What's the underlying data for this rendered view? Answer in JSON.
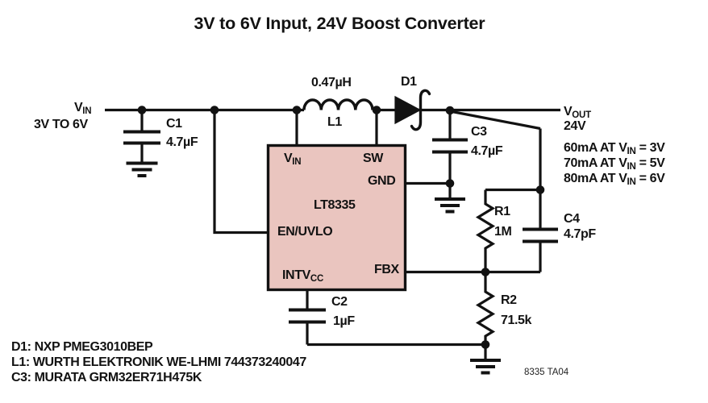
{
  "title": "3V to 6V Input, 24V Boost Converter",
  "colors": {
    "ic_fill": "#eac5bf",
    "wire": "#121212"
  },
  "input": {
    "label_main": "V",
    "label_sub": "IN",
    "range": "3V TO 6V"
  },
  "components": {
    "c1": {
      "ref": "C1",
      "value": "4.7µF"
    },
    "l1": {
      "ref": "L1",
      "value": "0.47µH"
    },
    "d1": {
      "ref": "D1"
    },
    "c3": {
      "ref": "C3",
      "value": "4.7µF"
    },
    "c2": {
      "ref": "C2",
      "value": "1µF"
    },
    "c4": {
      "ref": "C4",
      "value": "4.7pF"
    },
    "r1": {
      "ref": "R1",
      "value": "1M"
    },
    "r2": {
      "ref": "R2",
      "value": "71.5k"
    }
  },
  "ic": {
    "name": "LT8335",
    "pins": {
      "vin_main": "V",
      "vin_sub": "IN",
      "sw": "SW",
      "gnd": "GND",
      "en": "EN/UVLO",
      "intvcc_main": "INTV",
      "intvcc_sub": "CC",
      "fbx": "FBX"
    }
  },
  "output": {
    "label_main": "V",
    "label_sub": "OUT",
    "voltage": "24V",
    "ratings": [
      {
        "pre": "60mA AT V",
        "sub": "IN",
        "post": " = 3V"
      },
      {
        "pre": "70mA AT V",
        "sub": "IN",
        "post": " = 5V"
      },
      {
        "pre": "80mA AT V",
        "sub": "IN",
        "post": " = 6V"
      }
    ]
  },
  "notes": [
    "D1: NXP PMEG3010BEP",
    "L1: WURTH ELEKTRONIK WE-LHMI 744373240047",
    "C3: MURATA GRM32ER71H475K"
  ],
  "watermark": "8335 TA04"
}
